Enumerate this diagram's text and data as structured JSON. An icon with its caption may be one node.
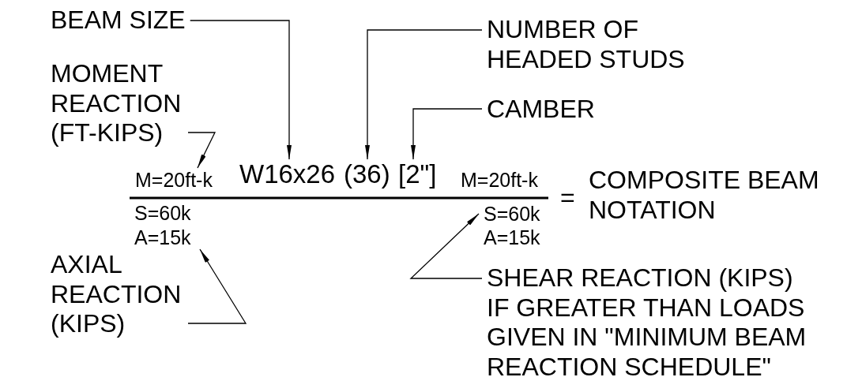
{
  "diagram": {
    "nodes": [
      {
        "text": [
          "BEAM SIZE"
        ]
      },
      {
        "text": [
          "MOMENT REACTION (FT-KIPS)"
        ]
      },
      {
        "text": [
          "NUMBER OF HEADED STUDS"
        ]
      },
      {
        "text": [
          "CAMBER"
        ]
      },
      {
        "text": [
          "W16x26"
        ]
      },
      {
        "text": [
          "(36)"
        ]
      },
      {
        "text": [
          "[2\"]"
        ]
      },
      {
        "text": [
          "M=20ft-k"
        ]
      },
      {
        "text": [
          "A=15k"
        ]
      },
      {
        "text": [
          "S=60k"
        ]
      },
      {
        "text": [
          "AXIAL REACTION (KIPS)"
        ]
      },
      {
        "text": [
          "SHEAR REACTION (KIPS) IF GREATER THAN LOADS GIVEN IN \"MINIMUM BEAM REACTION SCHEDULE\""
        ]
      }
    ],
    "edges": [
      {
        "from": 0,
        "to": 4,
        "arrow": "to"
      },
      {
        "from": 1,
        "to": 7,
        "arrow": "to"
      },
      {
        "from": 2,
        "to": 5,
        "arrow": "to"
      },
      {
        "from": 3,
        "to": 6,
        "arrow": "to"
      },
      {
        "from": 10,
        "to": 8,
        "arrow": "to"
      },
      {
        "from": 11,
        "to": 9,
        "arrow": "to"
      }
    ],
    "labels": [
      "M=20ft-k",
      "=",
      "COMPOSITE BEAM NOTATION",
      "S=60k",
      "A=15k"
    ]
  }
}
